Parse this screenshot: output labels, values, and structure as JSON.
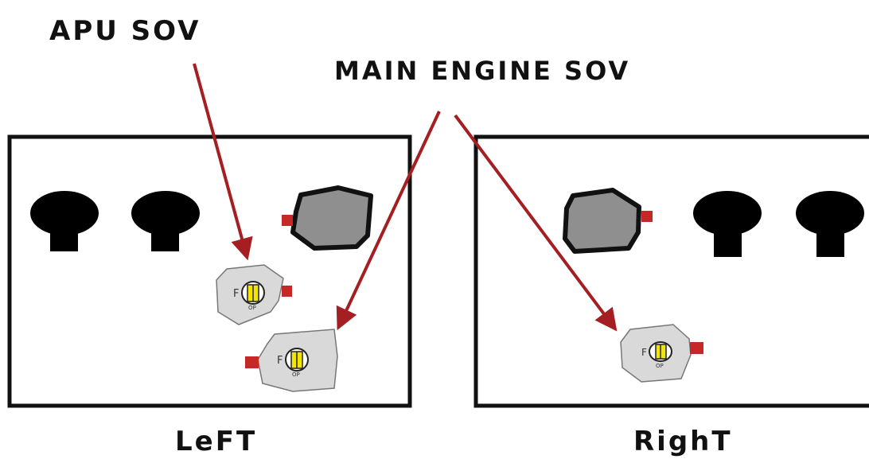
{
  "labels": {
    "apu_sov": "APU SOV",
    "main_engine_sov": "MAIN ENGINE SOV",
    "left": "LeFT",
    "right": "RighT"
  },
  "valve": {
    "letter": "F",
    "tag": "OP"
  },
  "colors": {
    "arrow": "#a51e22",
    "panel_border": "#111111",
    "knob": "#000000",
    "gauge_fill": "#8f8f8f",
    "valve_body": "#d9d9d9",
    "valve_indicator": "#f2e600",
    "port": "#c62828"
  }
}
